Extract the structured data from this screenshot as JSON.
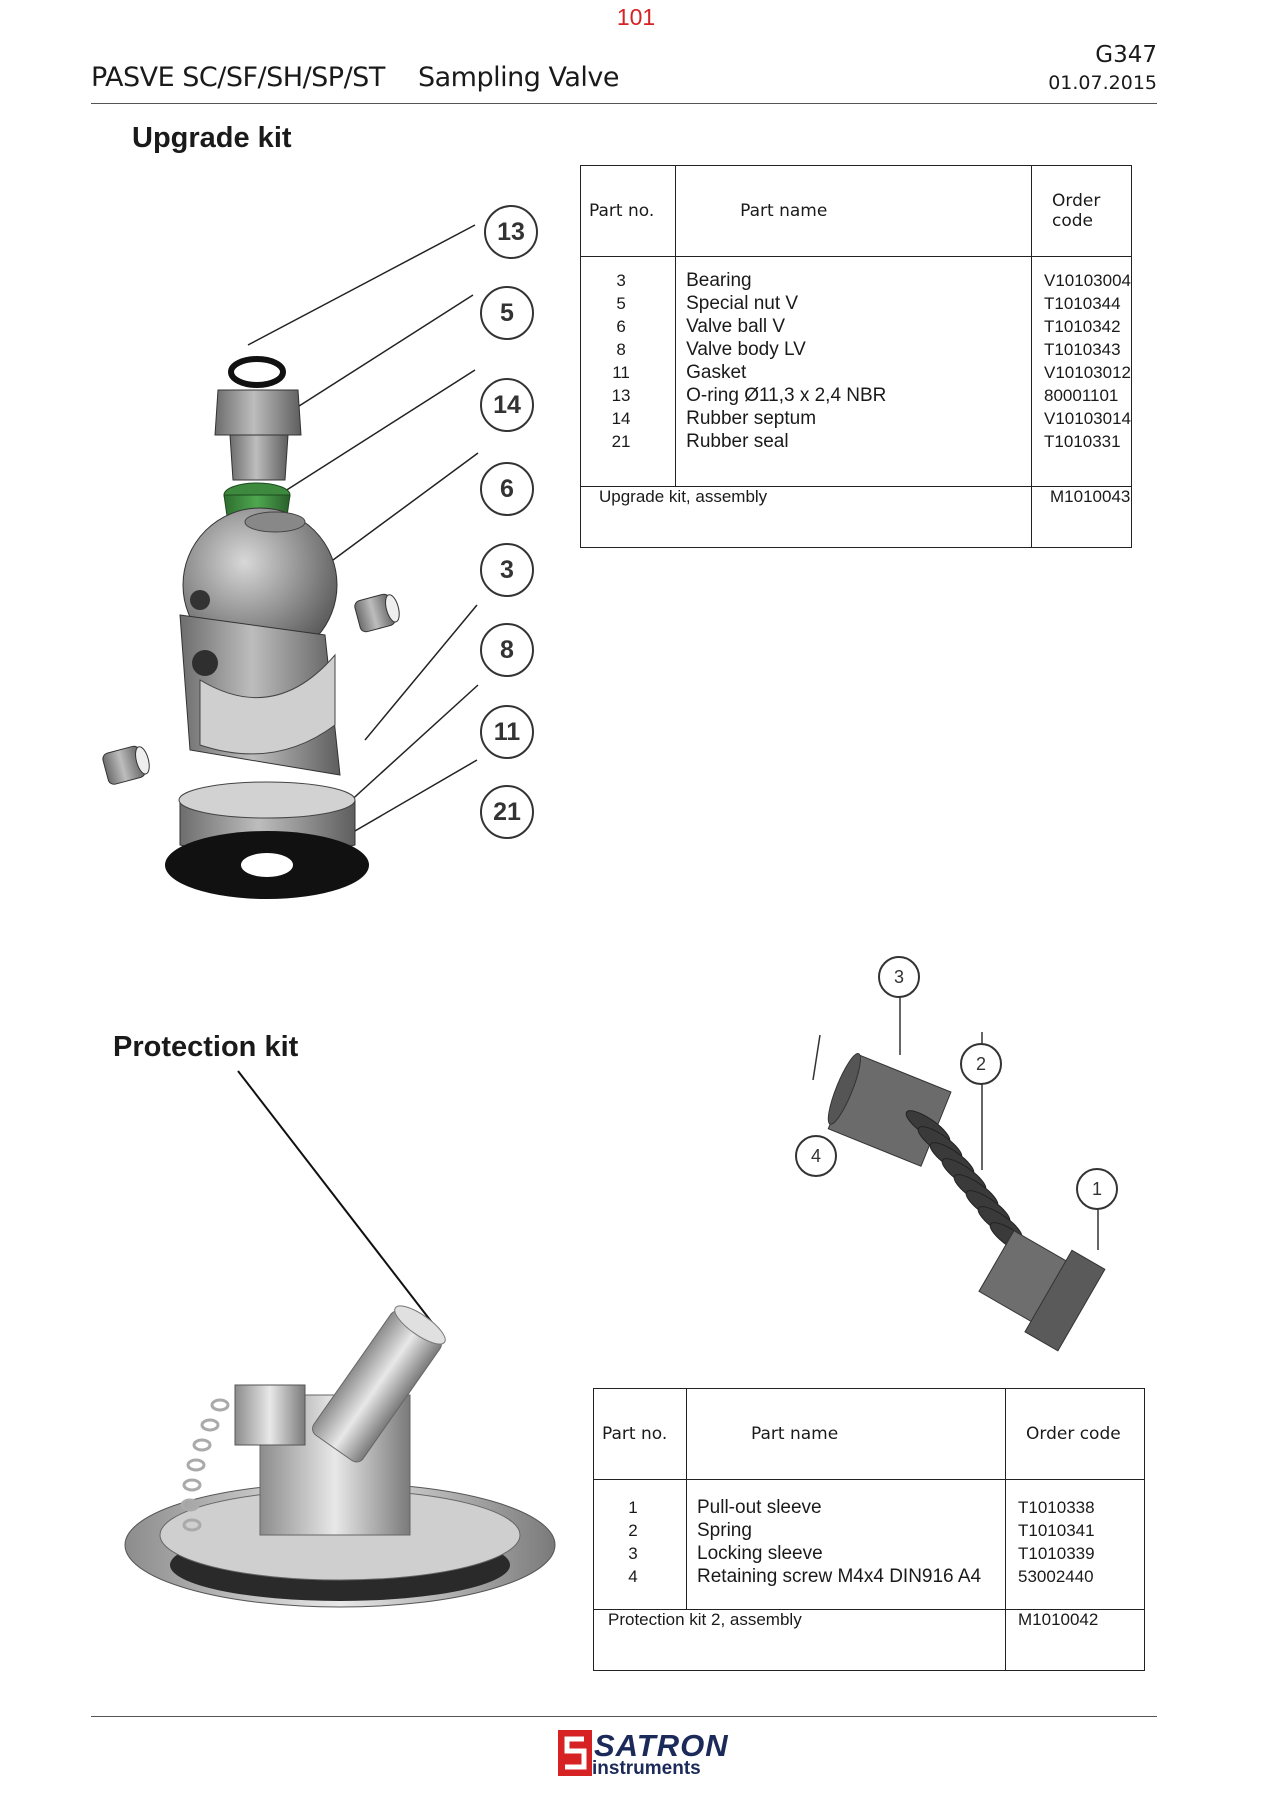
{
  "header": {
    "page_number": "101",
    "title": "PASVE SC/SF/SH/SP/ST",
    "subtitle": "Sampling Valve",
    "doc_code": "G347",
    "date": "01.07.2015"
  },
  "upgrade": {
    "heading": "Upgrade kit",
    "columns": [
      "Part no.",
      "Part name",
      "Order code"
    ],
    "rows": [
      {
        "no": "3",
        "name": "Bearing",
        "code": "V10103004"
      },
      {
        "no": "5",
        "name": "Special nut V",
        "code": "T1010344"
      },
      {
        "no": "6",
        "name": "Valve ball V",
        "code": "T1010342"
      },
      {
        "no": "8",
        "name": "Valve body LV",
        "code": "T1010343"
      },
      {
        "no": "11",
        "name": "Gasket",
        "code": "V10103012"
      },
      {
        "no": "13",
        "name": "O-ring Ø11,3 x 2,4 NBR",
        "code": "80001101"
      },
      {
        "no": "14",
        "name": "Rubber septum",
        "code": "V10103014"
      },
      {
        "no": "21",
        "name": "Rubber seal",
        "code": "T1010331"
      }
    ],
    "assembly_label": "Upgrade kit, assembly",
    "assembly_code": "M1010043",
    "callouts": [
      "13",
      "5",
      "14",
      "6",
      "3",
      "8",
      "11",
      "21"
    ]
  },
  "protection": {
    "heading": "Protection kit",
    "columns": [
      "Part no.",
      "Part name",
      "Order code"
    ],
    "rows": [
      {
        "no": "1",
        "name": "Pull-out sleeve",
        "code": "T1010338"
      },
      {
        "no": "2",
        "name": "Spring",
        "code": "T1010341"
      },
      {
        "no": "3",
        "name": "Locking sleeve",
        "code": "T1010339"
      },
      {
        "no": "4",
        "name": "Retaining screw M4x4 DIN916 A4",
        "code": "53002440"
      }
    ],
    "assembly_label": "Protection kit 2, assembly",
    "assembly_code": "M1010042",
    "callouts": [
      "3",
      "2",
      "4",
      "1"
    ]
  },
  "footer": {
    "logo_brand": "SATRON",
    "logo_sub": "instruments",
    "brand_color": "#1c2a5a",
    "logo_red": "#d62222"
  }
}
